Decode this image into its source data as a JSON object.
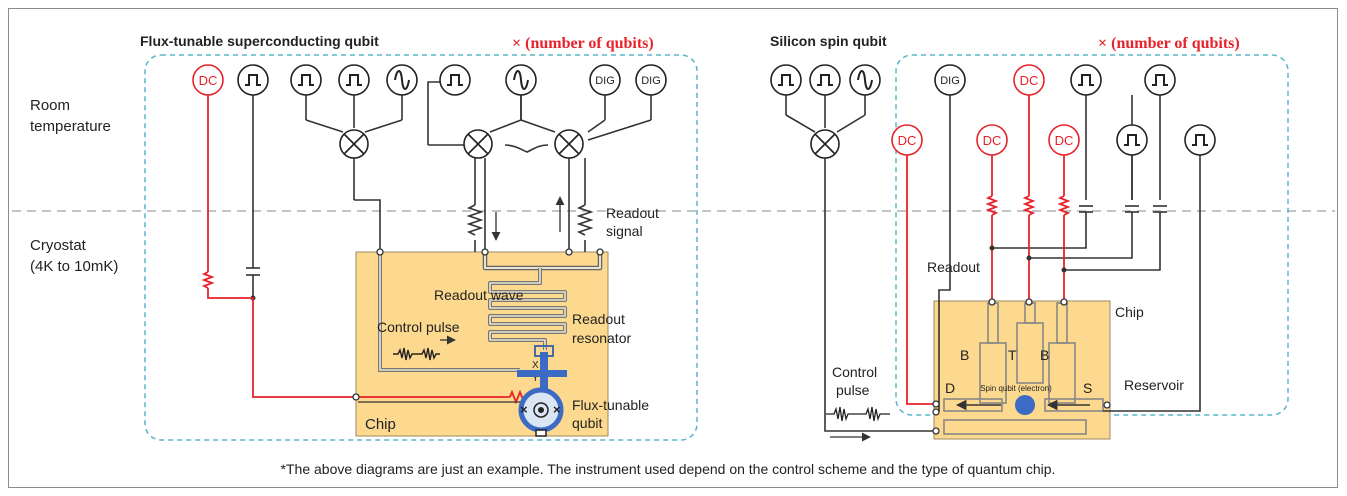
{
  "left_title": "Flux-tunable superconducting qubit",
  "right_title": "Silicon spin qubit",
  "multiplier_left": "× (number of qubits)",
  "multiplier_right": "× (number of qubits)",
  "row_labels": {
    "room_1": "Room",
    "room_2": "temperature",
    "cryo_1": "Cryostat",
    "cryo_2": "(4K to 10mK)"
  },
  "icons": {
    "dc": "DC",
    "dig": "DIG",
    "pulse": "pulse-icon",
    "sine": "sine-icon",
    "mixer": "mixer-icon"
  },
  "left": {
    "readout_signal_1": "Readout",
    "readout_signal_2": "signal",
    "readout_wave": "Readout wave",
    "readout_resonator_1": "Readout",
    "readout_resonator_2": "resonator",
    "control_pulse": "Control pulse",
    "x": "X",
    "y": "Y",
    "flux_1": "Flux-tunable",
    "flux_2": "qubit",
    "chip": "Chip"
  },
  "right": {
    "readout": "Readout",
    "chip": "Chip",
    "gate_b1": "B",
    "gate_t": "T",
    "gate_b2": "B",
    "drain": "D",
    "source": "S",
    "spin_qubit": "Spin qubit (electron)",
    "reservoir": "Reservoir",
    "control_pulse_1": "Control",
    "control_pulse_2": "pulse"
  },
  "footnote": "*The above diagrams are just an example. The instrument used depend on the control scheme and the type of quantum chip.",
  "colors": {
    "red": "#e8222a",
    "chip": "#fcd98f",
    "dashed_box": "#5ab5c8",
    "line": "#333333",
    "qubit_blue": "#3b6bc4"
  }
}
